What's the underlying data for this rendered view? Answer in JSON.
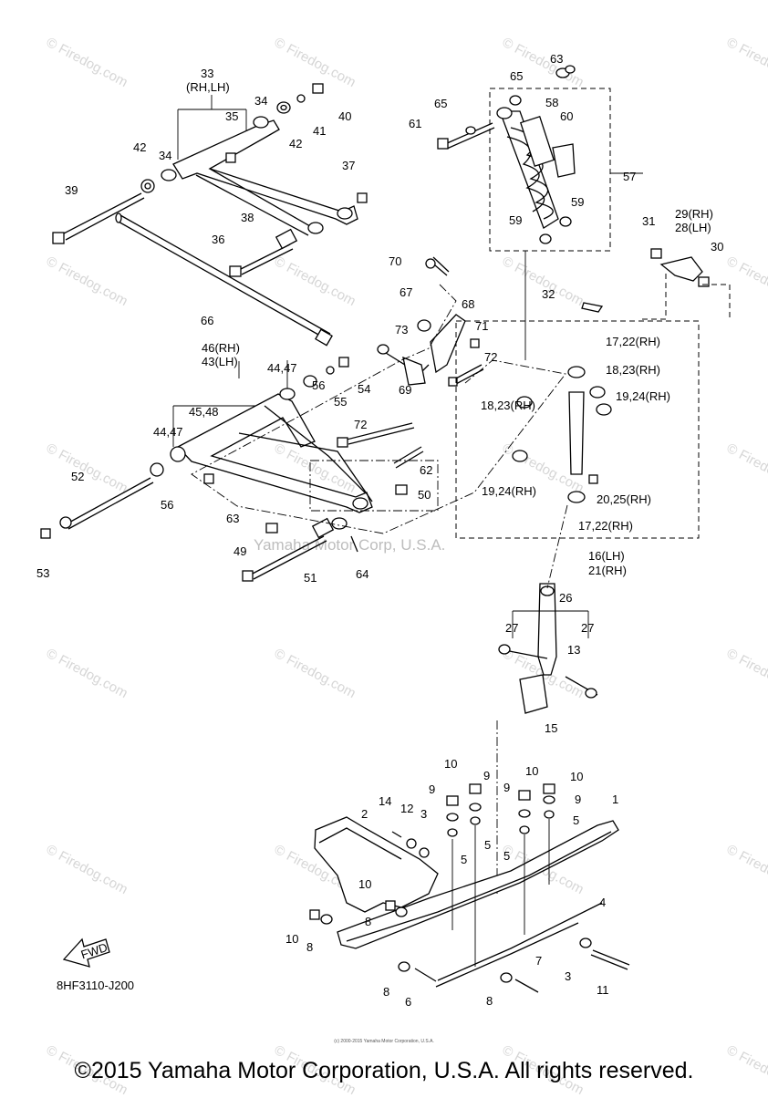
{
  "watermark": "© Firedog.com",
  "watermark_center": "Yamaha Motor Corp, U.S.A.",
  "diagram_code": "8HF3110-J200",
  "fwd_label": "FWD",
  "small_copyright": "(c) 2000-2015 Yamaha Motor Corporation, U.S.A.",
  "copyright": "©2015 Yamaha Motor Corporation, U.S.A. All rights reserved.",
  "callouts": [
    "1",
    "2",
    "3",
    "3",
    "4",
    "5",
    "5",
    "5",
    "5",
    "6",
    "7",
    "8",
    "8",
    "8",
    "8",
    "9",
    "9",
    "9",
    "9",
    "10",
    "10",
    "10",
    "10",
    "10",
    "11",
    "12",
    "13",
    "14",
    "15",
    "16(LH)",
    "21(RH)",
    "17,22(RH)",
    "17,22(RH)",
    "18,23(RH)",
    "18,23(RH)",
    "19,24(RH)",
    "19,24(RH)",
    "20,25(RH)",
    "26",
    "27",
    "27",
    "29(RH)",
    "28(LH)",
    "30",
    "31",
    "32",
    "33",
    "(RH,LH)",
    "34",
    "34",
    "35",
    "36",
    "37",
    "38",
    "39",
    "40",
    "41",
    "42",
    "42",
    "46(RH)",
    "43(LH)",
    "44,47",
    "44,47",
    "45,48",
    "49",
    "50",
    "51",
    "52",
    "53",
    "54",
    "55",
    "56",
    "56",
    "57",
    "58",
    "59",
    "59",
    "60",
    "61",
    "62",
    "63",
    "63",
    "64",
    "65",
    "65",
    "66",
    "67",
    "68",
    "69",
    "70",
    "71",
    "72",
    "72",
    "73"
  ]
}
